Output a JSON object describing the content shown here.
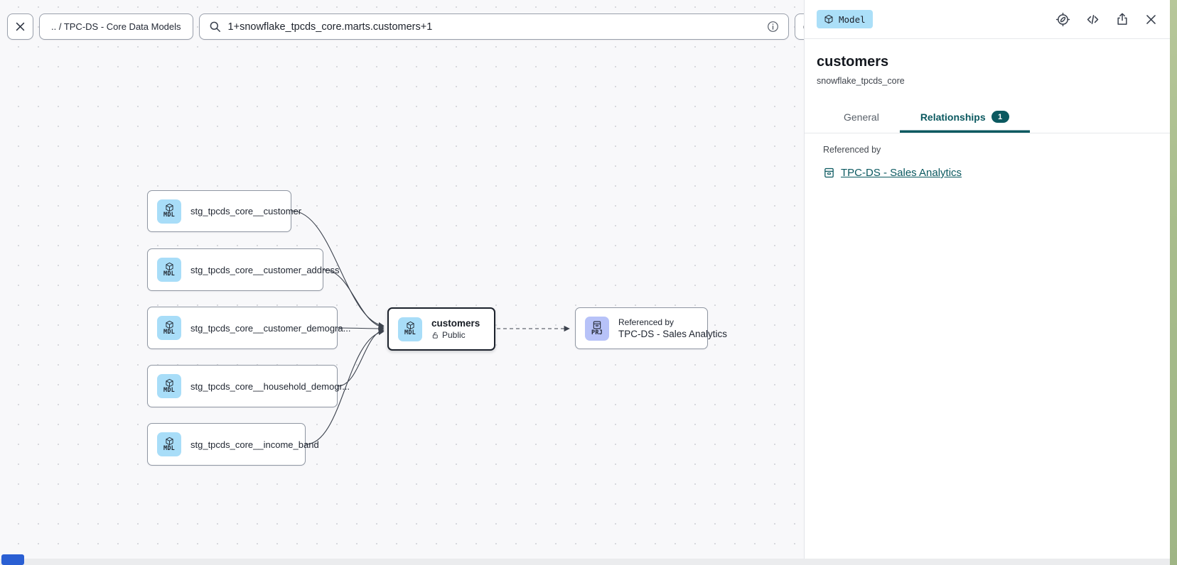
{
  "toolbar": {
    "breadcrumb": ".. / TPC-DS - Core Data Models",
    "search_value": "1+snowflake_tpcds_core.marts.customers+1"
  },
  "canvas": {
    "upstream_nodes": [
      {
        "label": "stg_tpcds_core__customer",
        "type": "MDL"
      },
      {
        "label": "stg_tpcds_core__customer_address",
        "type": "MDL"
      },
      {
        "label": "stg_tpcds_core__customer_demogra...",
        "type": "MDL"
      },
      {
        "label": "stg_tpcds_core__household_demogr...",
        "type": "MDL"
      },
      {
        "label": "stg_tpcds_core__income_band",
        "type": "MDL"
      }
    ],
    "selected_node": {
      "label": "customers",
      "type": "MDL",
      "access": "Public"
    },
    "referenced_node": {
      "kicker": "Referenced by",
      "label": "TPC-DS - Sales Analytics",
      "type": "PRJ"
    }
  },
  "panel": {
    "resource_badge": "Model",
    "title": "customers",
    "subtitle": "snowflake_tpcds_core",
    "tabs": [
      {
        "label": "General"
      },
      {
        "label": "Relationships",
        "badge": "1"
      }
    ],
    "referenced_by": {
      "label": "Referenced by",
      "link_label": "TPC-DS - Sales Analytics"
    }
  },
  "colors": {
    "accent_teal": "#0b5960",
    "model_badge_blue": "#a8ddf8",
    "project_badge_purple": "#b7c2f8",
    "selected_border": "#1c222c"
  }
}
